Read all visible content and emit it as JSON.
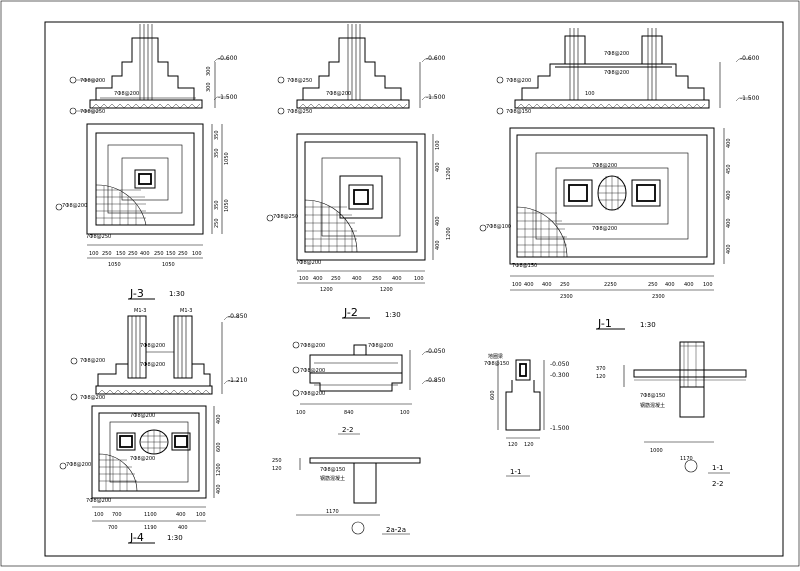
{
  "sheet_title": "Foundation detail drawing",
  "titles": {
    "j3": "J-3",
    "j3_scale": "1:30",
    "j2": "J-2",
    "j2_scale": "1:30",
    "j1": "J-1",
    "j1_scale": "1:30",
    "j4": "J-4",
    "j4_scale": "1:30",
    "sec22": "2-2",
    "sec11": "1-1",
    "sec2a2a": "2a-2a",
    "sec11b": "1-1",
    "sec22b": "2-2"
  },
  "elevations": {
    "j3_top": "-0.600",
    "j3_bot": "-1.500",
    "j2_top": "-0.600",
    "j2_bot": "-1.500",
    "j1_top": "-0.600",
    "j1_bot": "-1.500",
    "j4_top": "-0.850",
    "j4_bot": "-1.210",
    "s22_top": "-0.050",
    "s22_bot": "-0.850",
    "s11_a": "-0.050",
    "s11_b": "-0.300",
    "s11_c": "-1.500"
  },
  "rebar": {
    "r1": "7Ф8@200",
    "r2": "7Ф8@250",
    "r3": "7Ф8@200",
    "r4": "7Ф8@250",
    "r5": "7Ф8@200",
    "r6": "7Ф8@200",
    "r7": "7Ф8@100",
    "r8": "7Ф8@200",
    "r9": "7Ф8@150",
    "r10": "7Ф8@200",
    "r11": "7Ф8@200",
    "r12": "7Ф8@200"
  },
  "dims": {
    "j3_row": [
      "100",
      "250",
      "150",
      "250",
      "400",
      "250",
      "150",
      "250",
      "100"
    ],
    "j3_half": [
      "1050",
      "1050"
    ],
    "j2_row": [
      "100",
      "400",
      "250",
      "400",
      "250",
      "400",
      "100"
    ],
    "j2_half": [
      "1200",
      "1200"
    ],
    "j1_row": [
      "100",
      "400",
      "400",
      "250",
      "2250",
      "250",
      "400",
      "400",
      "100"
    ],
    "j1_half": [
      "2300",
      "2300"
    ],
    "j4_row": [
      "100",
      "700",
      "1100",
      "400",
      "100"
    ],
    "j4_half": [
      "700",
      "1190",
      "400"
    ],
    "s22_row": [
      "100",
      "840",
      "100"
    ],
    "s11_row": [
      "120",
      "120"
    ],
    "s22b_row": [
      "1000",
      "1170"
    ],
    "j3_v": [
      "350",
      "350",
      "1050",
      "1050",
      "350",
      "250"
    ],
    "j1_v": [
      "400",
      "450",
      "400",
      "400",
      "400"
    ]
  },
  "labels": {
    "m13a": "M1-3",
    "m13b": "M1-3",
    "note_a": "钢筋混凝土",
    "note_b": "钢筋混凝土",
    "note_c": "钢筋混凝土"
  }
}
